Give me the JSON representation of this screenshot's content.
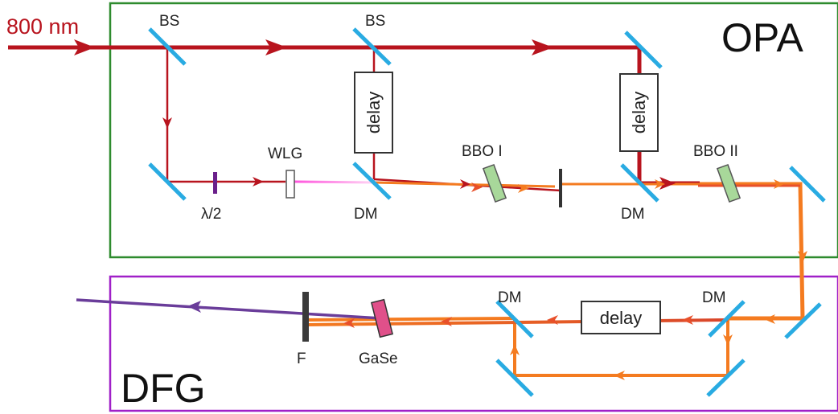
{
  "labels": {
    "input": "800 nm",
    "opa": "OPA",
    "dfg": "DFG",
    "bs1": "BS",
    "bs2": "BS",
    "wlg": "WLG",
    "half_wave": "λ/2",
    "dm1": "DM",
    "bbo1": "BBO I",
    "dm2": "DM",
    "bbo2": "BBO II",
    "delay1": "delay",
    "delay2": "delay",
    "dm3": "DM",
    "dm4": "DM",
    "delay3": "delay",
    "gase": "GaSe",
    "filter": "F"
  },
  "colors": {
    "pump": "#b8141e",
    "signal": "#f47b20",
    "dfg_beam": "#6a3d9a",
    "mirror": "#29abe2",
    "opa_frame": "#2e8b2e",
    "dfg_frame": "#a020c8",
    "bbo_crystal": "#a8d89a",
    "gase_crystal": "#e0508a",
    "white_light": "#ff66e0",
    "waveplate": "#6a1f8a",
    "filter": "#3a3a3a"
  }
}
